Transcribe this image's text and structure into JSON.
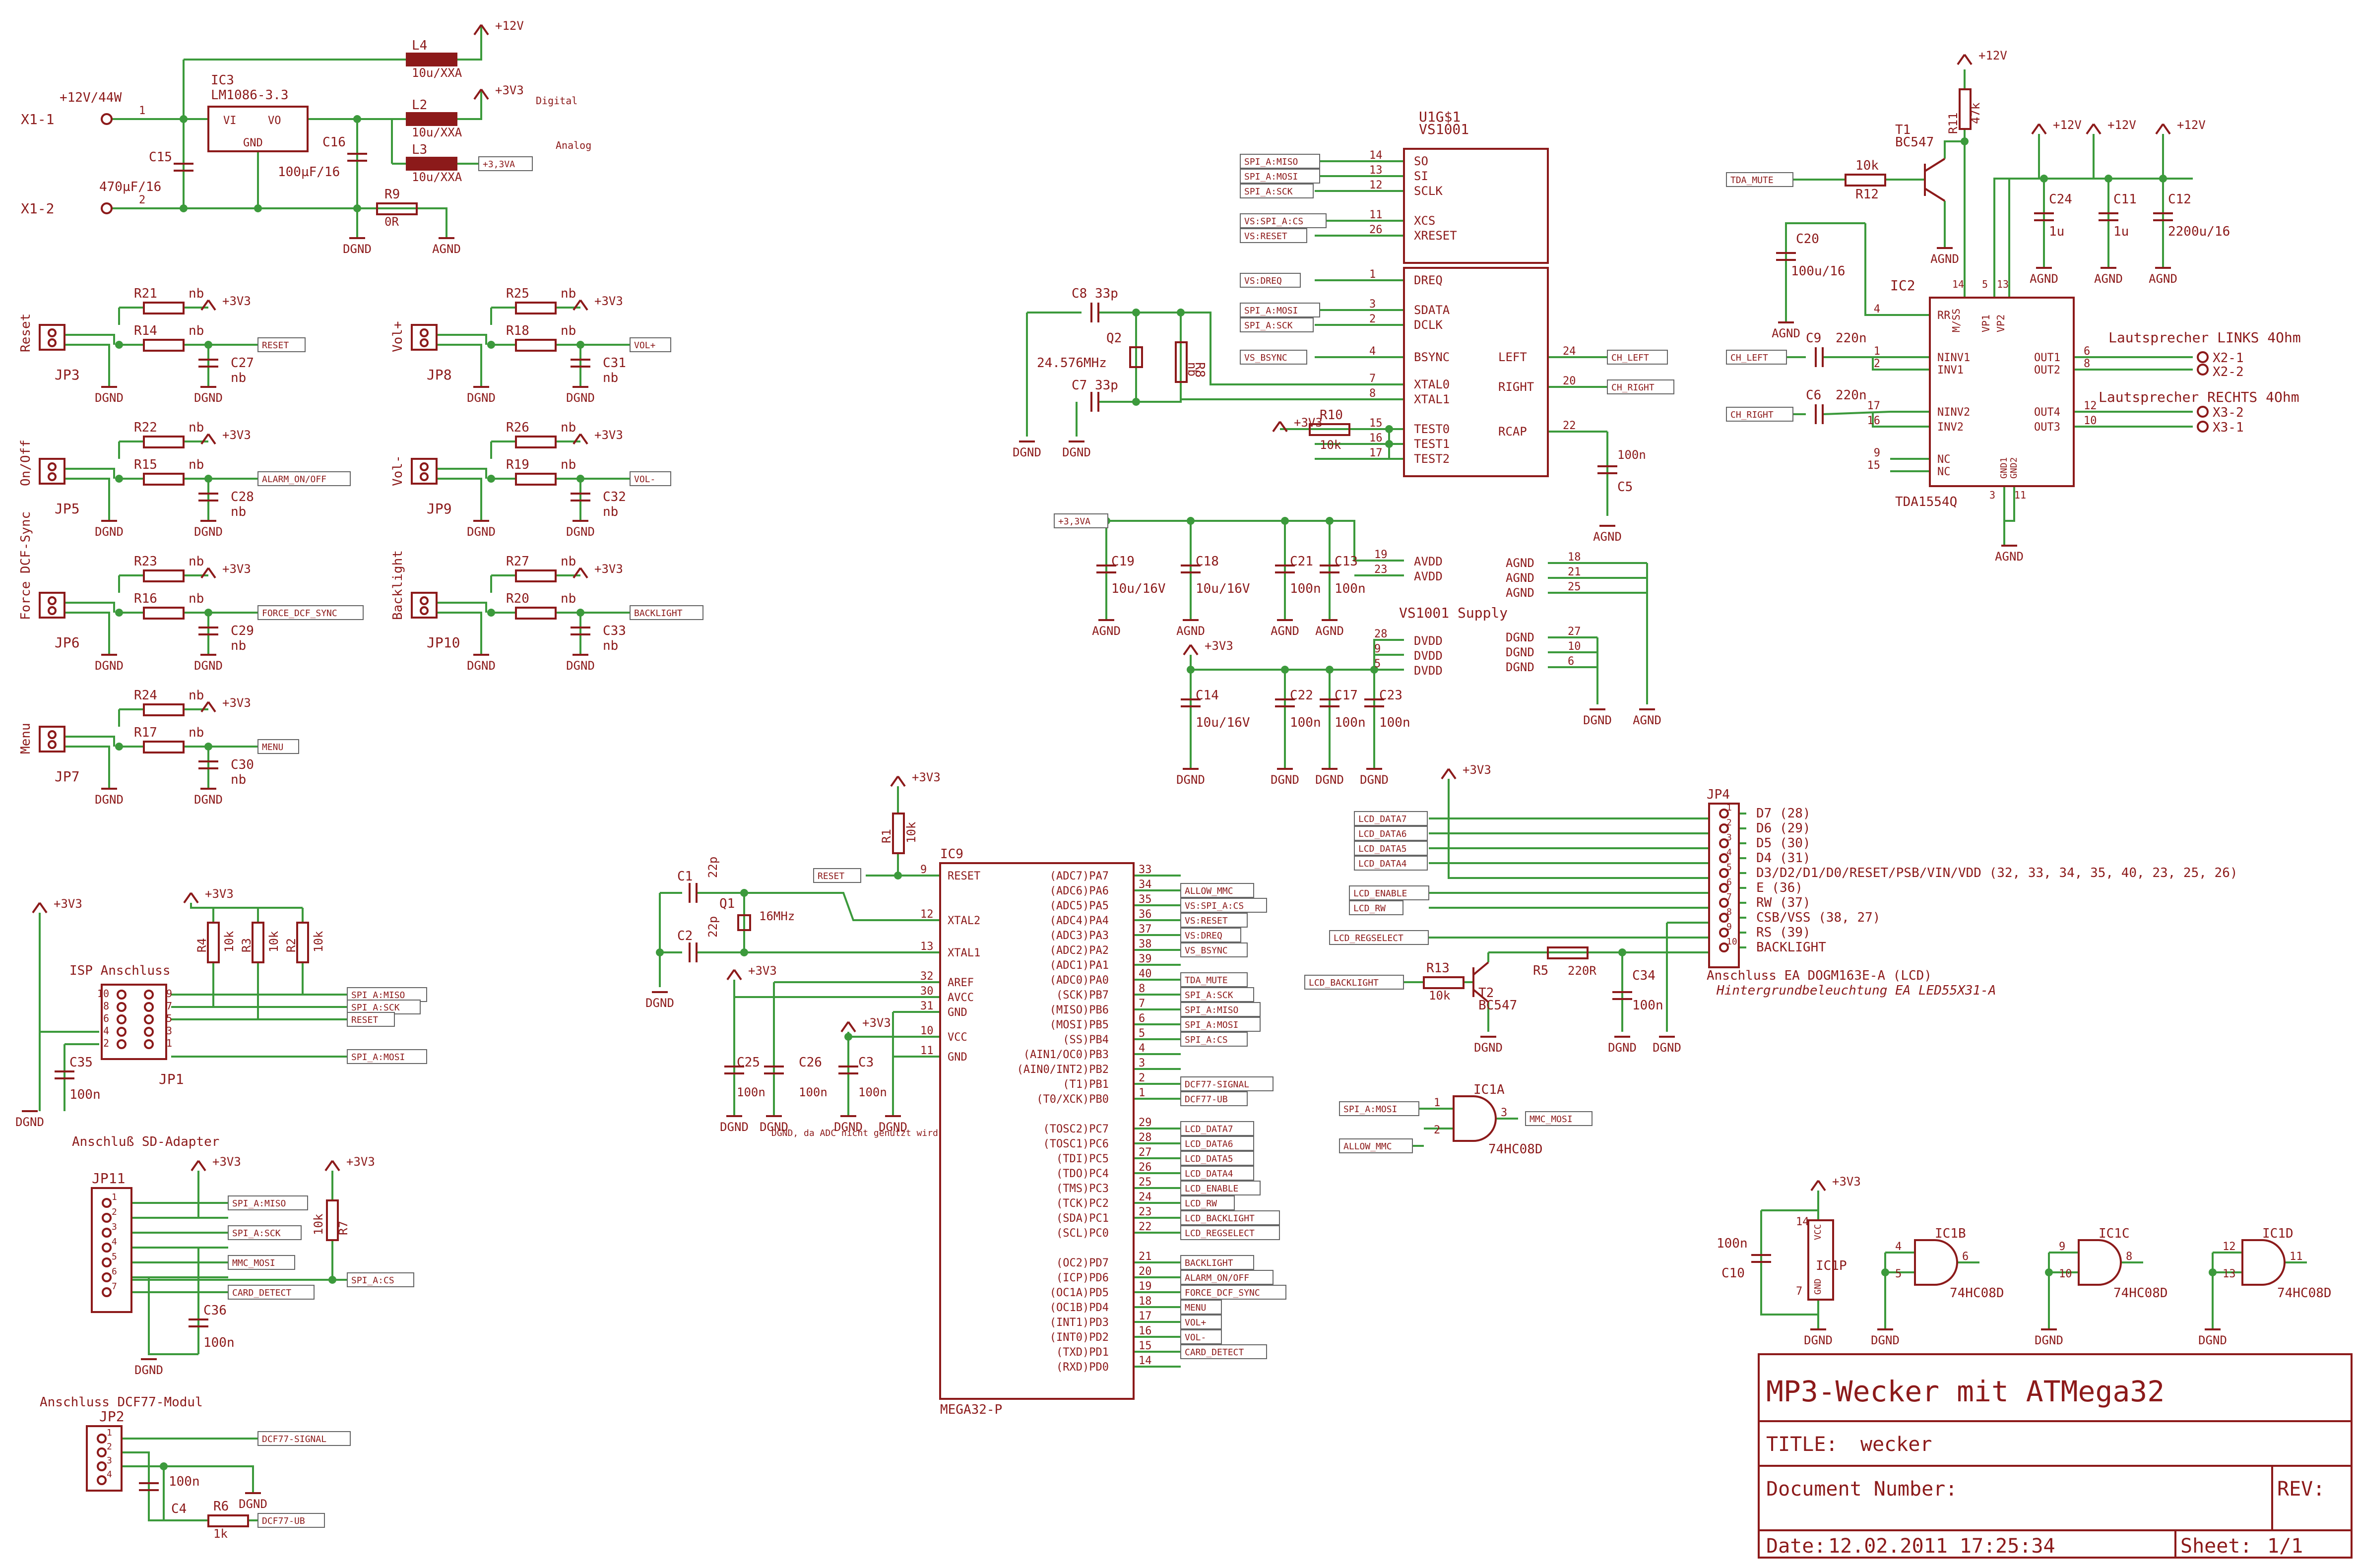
{
  "colors": {
    "wire": "#3c9a3c",
    "part": "#8c1a1a",
    "text": "#8c1a1a",
    "junction": "#3c9a3c",
    "background": "#ffffff"
  },
  "title_block": {
    "project_title": "MP3-Wecker mit ATMega32",
    "title_label": "TITLE:",
    "title_value": "wecker",
    "document_number_label": "Document Number:",
    "rev_label": "REV:",
    "date_label": "Date:",
    "date_value": "12.02.2011 17:25:34",
    "sheet_label": "Sheet:",
    "sheet_value": "1/1"
  },
  "power_supply": {
    "input_label": "+12V/44W",
    "connectors": [
      "X1-1",
      "X1-2"
    ],
    "regulator_name": "IC3",
    "regulator_value": "LM1086-3.3",
    "regulator_pins": [
      "VI",
      "VO",
      "GND"
    ],
    "c15": "C15",
    "c15_value": "470µF/16",
    "c16": "C16",
    "c16_value": "100µF/16",
    "l4": "L4",
    "l4_value": "10u/XXA",
    "l2": "L2",
    "l2_value": "10u/XXA",
    "l3": "L3",
    "l3_value": "10u/XXA",
    "r9": "R9",
    "r9_value": "0R",
    "supply_12v": "+12V",
    "supply_3v3": "+3V3",
    "digital_label": "Digital",
    "analog_label": "Analog",
    "net_3v3a": "+3,3VA",
    "dgnd": "DGND",
    "agnd": "AGND",
    "pin_1": "1",
    "pin_2": "2"
  },
  "buttons": [
    {
      "side": "Reset",
      "jp": "JP3",
      "ra": "R21",
      "rb": "R14",
      "c": "C27",
      "val": "nb",
      "net": "RESET"
    },
    {
      "side": "On/Off",
      "jp": "JP5",
      "ra": "R22",
      "rb": "R15",
      "c": "C28",
      "val": "nb",
      "net": "ALARM_ON/OFF"
    },
    {
      "side": "Force DCF-Sync",
      "jp": "JP6",
      "ra": "R23",
      "rb": "R16",
      "c": "C29",
      "val": "nb",
      "net": "FORCE_DCF_SYNC"
    },
    {
      "side": "Menu",
      "jp": "JP7",
      "ra": "R24",
      "rb": "R17",
      "c": "C30",
      "val": "nb",
      "net": "MENU"
    },
    {
      "side": "Vol+",
      "jp": "JP8",
      "ra": "R25",
      "rb": "R18",
      "c": "C31",
      "val": "nb",
      "net": "VOL+"
    },
    {
      "side": "Vol-",
      "jp": "JP9",
      "ra": "R26",
      "rb": "R19",
      "c": "C32",
      "val": "nb",
      "net": "VOL-"
    },
    {
      "side": "Backlight",
      "jp": "JP10",
      "ra": "R27",
      "rb": "R20",
      "c": "C33",
      "val": "nb",
      "net": "BACKLIGHT"
    }
  ],
  "vs1001": {
    "name": "U1G$1",
    "value": "VS1001",
    "supply_label": "VS1001 Supply",
    "left_pins": [
      {
        "pin": "14",
        "name": "SO",
        "net": "SPI_A:MISO"
      },
      {
        "pin": "13",
        "name": "SI",
        "net": "SPI_A:MOSI"
      },
      {
        "pin": "12",
        "name": "SCLK",
        "net": "SPI_A:SCK"
      },
      {
        "pin": "11",
        "name": "XCS",
        "net": "VS:SPI_A:CS"
      },
      {
        "pin": "26",
        "name": "XRESET",
        "net": "VS:RESET"
      },
      {
        "pin": "1",
        "name": "DREQ",
        "net": "VS:DREQ"
      },
      {
        "pin": "3",
        "name": "SDATA",
        "net": "SPI_A:MOSI"
      },
      {
        "pin": "2",
        "name": "DCLK",
        "net": "SPI_A:SCK"
      },
      {
        "pin": "4",
        "name": "BSYNC",
        "net": "VS_BSYNC"
      },
      {
        "pin": "7",
        "name": "XTAL0",
        "net": ""
      },
      {
        "pin": "8",
        "name": "XTAL1",
        "net": ""
      },
      {
        "pin": "15",
        "name": "TEST0",
        "net": ""
      },
      {
        "pin": "16",
        "name": "TEST1",
        "net": ""
      },
      {
        "pin": "17",
        "name": "TEST2",
        "net": ""
      }
    ],
    "right_pins": [
      {
        "pin": "24",
        "name": "LEFT",
        "net": "CH_LEFT"
      },
      {
        "pin": "20",
        "name": "RIGHT",
        "net": "CH_RIGHT"
      },
      {
        "pin": "22",
        "name": "RCAP",
        "net": ""
      }
    ],
    "c8": "C8 33p",
    "c7": "C7 33p",
    "q2": "Q2",
    "q2_value": "24.576MHz",
    "r8": "R8",
    "r8_value": "nb",
    "r10": "R10",
    "r10_value": "10k",
    "c5": "C5",
    "c5_value": "100n",
    "avdd_pins": [
      "19",
      "23"
    ],
    "avdd_name": "AVDD",
    "dvdd_pins": [
      "28",
      "9",
      "5"
    ],
    "dvdd_name": "DVDD",
    "agnd_pins": [
      "18",
      "21",
      "25"
    ],
    "dgnd_pins": [
      "27",
      "10",
      "6"
    ],
    "agnd_name": "AGND",
    "dgnd_name": "DGND",
    "analog_caps": [
      {
        "name": "C19",
        "value": "10u/16V"
      },
      {
        "name": "C18",
        "value": "10u/16V"
      },
      {
        "name": "C21",
        "value": "100n"
      },
      {
        "name": "C13",
        "value": "100n"
      }
    ],
    "digital_caps": [
      {
        "name": "C14",
        "value": "10u/16V"
      },
      {
        "name": "C22",
        "value": "100n"
      },
      {
        "name": "C17",
        "value": "100n"
      },
      {
        "name": "C23",
        "value": "100n"
      }
    ]
  },
  "amplifier": {
    "name": "IC2",
    "value": "TDA1554Q",
    "pins_left": [
      {
        "pin": "4",
        "name": "RR"
      },
      {
        "pin": "1",
        "name": "NINV1"
      },
      {
        "pin": "2",
        "name": "INV1"
      },
      {
        "pin": "17",
        "name": "NINV2"
      },
      {
        "pin": "16",
        "name": "INV2"
      },
      {
        "pin": "9",
        "name": "NC"
      },
      {
        "pin": "15",
        "name": "NC"
      }
    ],
    "pins_right": [
      {
        "pin": "6",
        "name": "OUT1"
      },
      {
        "pin": "8",
        "name": "OUT2"
      },
      {
        "pin": "12",
        "name": "OUT4"
      },
      {
        "pin": "10",
        "name": "OUT3"
      }
    ],
    "pins_top": [
      "14",
      "5",
      "13"
    ],
    "pins_top_names": [
      "M/SS",
      "VP1",
      "VP2"
    ],
    "pins_bottom": [
      "3",
      "11"
    ],
    "pins_bottom_names": [
      "GND1",
      "GND2"
    ],
    "t1": "T1",
    "t1_value": "BC547",
    "r12": "R12",
    "r12_value": "10k",
    "r11": "R11",
    "r11_value": "47k",
    "c20": "C20",
    "c20_value": "100u/16",
    "c24": "C24",
    "c24_value": "1u",
    "c11": "C11",
    "c11_value": "1u",
    "c12": "C12",
    "c12_value": "2200u/16",
    "c9": "C9",
    "c9_value": "220n",
    "c6": "C6",
    "c6_value": "220n",
    "tda_mute": "TDA_MUTE",
    "speaker_left": "Lautsprecher LINKS 4Ohm",
    "speaker_right": "Lautsprecher RECHTS 4Ohm",
    "x2": [
      "X2-1",
      "X2-2"
    ],
    "x3": [
      "X3-2",
      "X3-1"
    ]
  },
  "mcu": {
    "name": "IC9",
    "value": "MEGA32-P",
    "left_pins": [
      {
        "pin": "9",
        "name": "RESET"
      },
      {
        "pin": "12",
        "name": "XTAL2"
      },
      {
        "pin": "13",
        "name": "XTAL1"
      },
      {
        "pin": "32",
        "name": "AREF"
      },
      {
        "pin": "30",
        "name": "AVCC"
      },
      {
        "pin": "31",
        "name": "GND"
      },
      {
        "pin": "10",
        "name": "VCC"
      },
      {
        "pin": "11",
        "name": "GND"
      }
    ],
    "right_pins": [
      {
        "pin": "33",
        "name": "(ADC7)PA7",
        "net": ""
      },
      {
        "pin": "34",
        "name": "(ADC6)PA6",
        "net": "ALLOW_MMC"
      },
      {
        "pin": "35",
        "name": "(ADC5)PA5",
        "net": "VS:SPI_A:CS"
      },
      {
        "pin": "36",
        "name": "(ADC4)PA4",
        "net": "VS:RESET"
      },
      {
        "pin": "37",
        "name": "(ADC3)PA3",
        "net": "VS:DREQ"
      },
      {
        "pin": "38",
        "name": "(ADC2)PA2",
        "net": "VS_BSYNC"
      },
      {
        "pin": "39",
        "name": "(ADC1)PA1",
        "net": ""
      },
      {
        "pin": "40",
        "name": "(ADC0)PA0",
        "net": "TDA_MUTE"
      },
      {
        "pin": "8",
        "name": "(SCK)PB7",
        "net": "SPI_A:SCK"
      },
      {
        "pin": "7",
        "name": "(MISO)PB6",
        "net": "SPI_A:MISO"
      },
      {
        "pin": "6",
        "name": "(MOSI)PB5",
        "net": "SPI_A:MOSI"
      },
      {
        "pin": "5",
        "name": "(SS)PB4",
        "net": "SPI_A:CS"
      },
      {
        "pin": "4",
        "name": "(AIN1/OC0)PB3",
        "net": ""
      },
      {
        "pin": "3",
        "name": "(AIN0/INT2)PB2",
        "net": ""
      },
      {
        "pin": "2",
        "name": "(T1)PB1",
        "net": "DCF77-SIGNAL"
      },
      {
        "pin": "1",
        "name": "(T0/XCK)PB0",
        "net": "DCF77-UB"
      },
      {
        "pin": "29",
        "name": "(TOSC2)PC7",
        "net": "LCD_DATA7"
      },
      {
        "pin": "28",
        "name": "(TOSC1)PC6",
        "net": "LCD_DATA6"
      },
      {
        "pin": "27",
        "name": "(TDI)PC5",
        "net": "LCD_DATA5"
      },
      {
        "pin": "26",
        "name": "(TDO)PC4",
        "net": "LCD_DATA4"
      },
      {
        "pin": "25",
        "name": "(TMS)PC3",
        "net": "LCD_ENABLE"
      },
      {
        "pin": "24",
        "name": "(TCK)PC2",
        "net": "LCD_RW"
      },
      {
        "pin": "23",
        "name": "(SDA)PC1",
        "net": "LCD_BACKLIGHT"
      },
      {
        "pin": "22",
        "name": "(SCL)PC0",
        "net": "LCD_REGSELECT"
      },
      {
        "pin": "21",
        "name": "(OC2)PD7",
        "net": "BACKLIGHT"
      },
      {
        "pin": "20",
        "name": "(ICP)PD6",
        "net": "ALARM_ON/OFF"
      },
      {
        "pin": "19",
        "name": "(OC1A)PD5",
        "net": "FORCE_DCF_SYNC"
      },
      {
        "pin": "18",
        "name": "(OC1B)PD4",
        "net": "MENU"
      },
      {
        "pin": "17",
        "name": "(INT1)PD3",
        "net": "VOL+"
      },
      {
        "pin": "16",
        "name": "(INT0)PD2",
        "net": "VOL-"
      },
      {
        "pin": "15",
        "name": "(TXD)PD1",
        "net": "CARD_DETECT"
      },
      {
        "pin": "14",
        "name": "(RXD)PD0",
        "net": ""
      }
    ],
    "r1": "R1",
    "r1_value": "10k",
    "c1": "C1",
    "c1_value": "22p",
    "c2": "C2",
    "c2_value": "22p",
    "q1": "Q1",
    "q1_value": "16MHz",
    "c25": "C25",
    "c25_value": "100n",
    "c26": "C26",
    "c26_value": "100n",
    "c3": "C3",
    "c3_value": "100n",
    "note": "DGND, da ADC nicht genutzt wird",
    "reset_net": "RESET"
  },
  "isp": {
    "label": "ISP Anschluss",
    "jp": "JP1",
    "r4": "R4",
    "r3": "R3",
    "r2": "R2",
    "r_value": "10k",
    "c35": "C35",
    "c35_value": "100n",
    "nets": [
      "SPI_A:MISO",
      "SPI_A:SCK",
      "RESET",
      "SPI_A:MOSI"
    ],
    "pins": [
      "10",
      "9",
      "8",
      "7",
      "6",
      "5",
      "4",
      "3",
      "2",
      "1"
    ]
  },
  "sd": {
    "label": "Anschluß SD-Adapter",
    "jp": "JP11",
    "pins": [
      "1",
      "2",
      "3",
      "4",
      "5",
      "6",
      "7"
    ],
    "nets": [
      "SPI_A:MISO",
      "SPI_A:SCK",
      "MMC_MOSI",
      "CARD_DETECT"
    ],
    "r7": "R7",
    "r7_value": "10k",
    "cs_net": "SPI_A:CS",
    "c36": "C36",
    "c36_value": "100n"
  },
  "dcf": {
    "label": "Anschluss DCF77-Modul",
    "jp": "JP2",
    "pins": [
      "1",
      "2",
      "3",
      "4"
    ],
    "signal_net": "DCF77-SIGNAL",
    "ub_net": "DCF77-UB",
    "c4": "C4",
    "c4_value": "100n",
    "r6": "R6",
    "r6_value": "1k"
  },
  "lcd": {
    "jp": "JP4",
    "nets_in": [
      "LCD_DATA7",
      "LCD_DATA6",
      "LCD_DATA5",
      "LCD_DATA4",
      "LCD_ENABLE",
      "LCD_RW",
      "LCD_REGSELECT",
      "LCD_BACKLIGHT"
    ],
    "pins": [
      "1",
      "2",
      "3",
      "4",
      "5",
      "6",
      "7",
      "8",
      "9",
      "10"
    ],
    "pin_labels": [
      "D7 (28)",
      "D6 (29)",
      "D5 (30)",
      "D4 (31)",
      "D3/D2/D1/D0/RESET/PSB/VIN/VDD (32, 33, 34, 35, 40, 23, 25, 26)",
      "E (36)",
      "RW (37)",
      "CSB/VSS (38, 27)",
      "RS (39)",
      "BACKLIGHT"
    ],
    "module_label": "Anschluss EA DOGM163E-A (LCD)",
    "backlight_label": "Hintergrundbeleuchtung EA LED55X31-A",
    "t2": "T2",
    "t2_value": "BC547",
    "r13": "R13",
    "r13_value": "10k",
    "r5": "R5",
    "r5_value": "220R",
    "c34": "C34",
    "c34_value": "100n"
  },
  "logic": {
    "ic1a": "IC1A",
    "ic1b": "IC1B",
    "ic1c": "IC1C",
    "ic1d": "IC1D",
    "ic1p": "IC1P",
    "value": "74HC08D",
    "a_pins": [
      "1",
      "2",
      "3"
    ],
    "b_pins": [
      "4",
      "5",
      "6"
    ],
    "c_pins": [
      "9",
      "10",
      "8"
    ],
    "d_pins": [
      "12",
      "13",
      "11"
    ],
    "p_pins": [
      "14",
      "7"
    ],
    "p_names": [
      "VCC",
      "GND"
    ],
    "in1": "SPI_A:MOSI",
    "in2": "ALLOW_MMC",
    "out": "MMC_MOSI",
    "c10": "C10",
    "c10_value": "100n"
  }
}
